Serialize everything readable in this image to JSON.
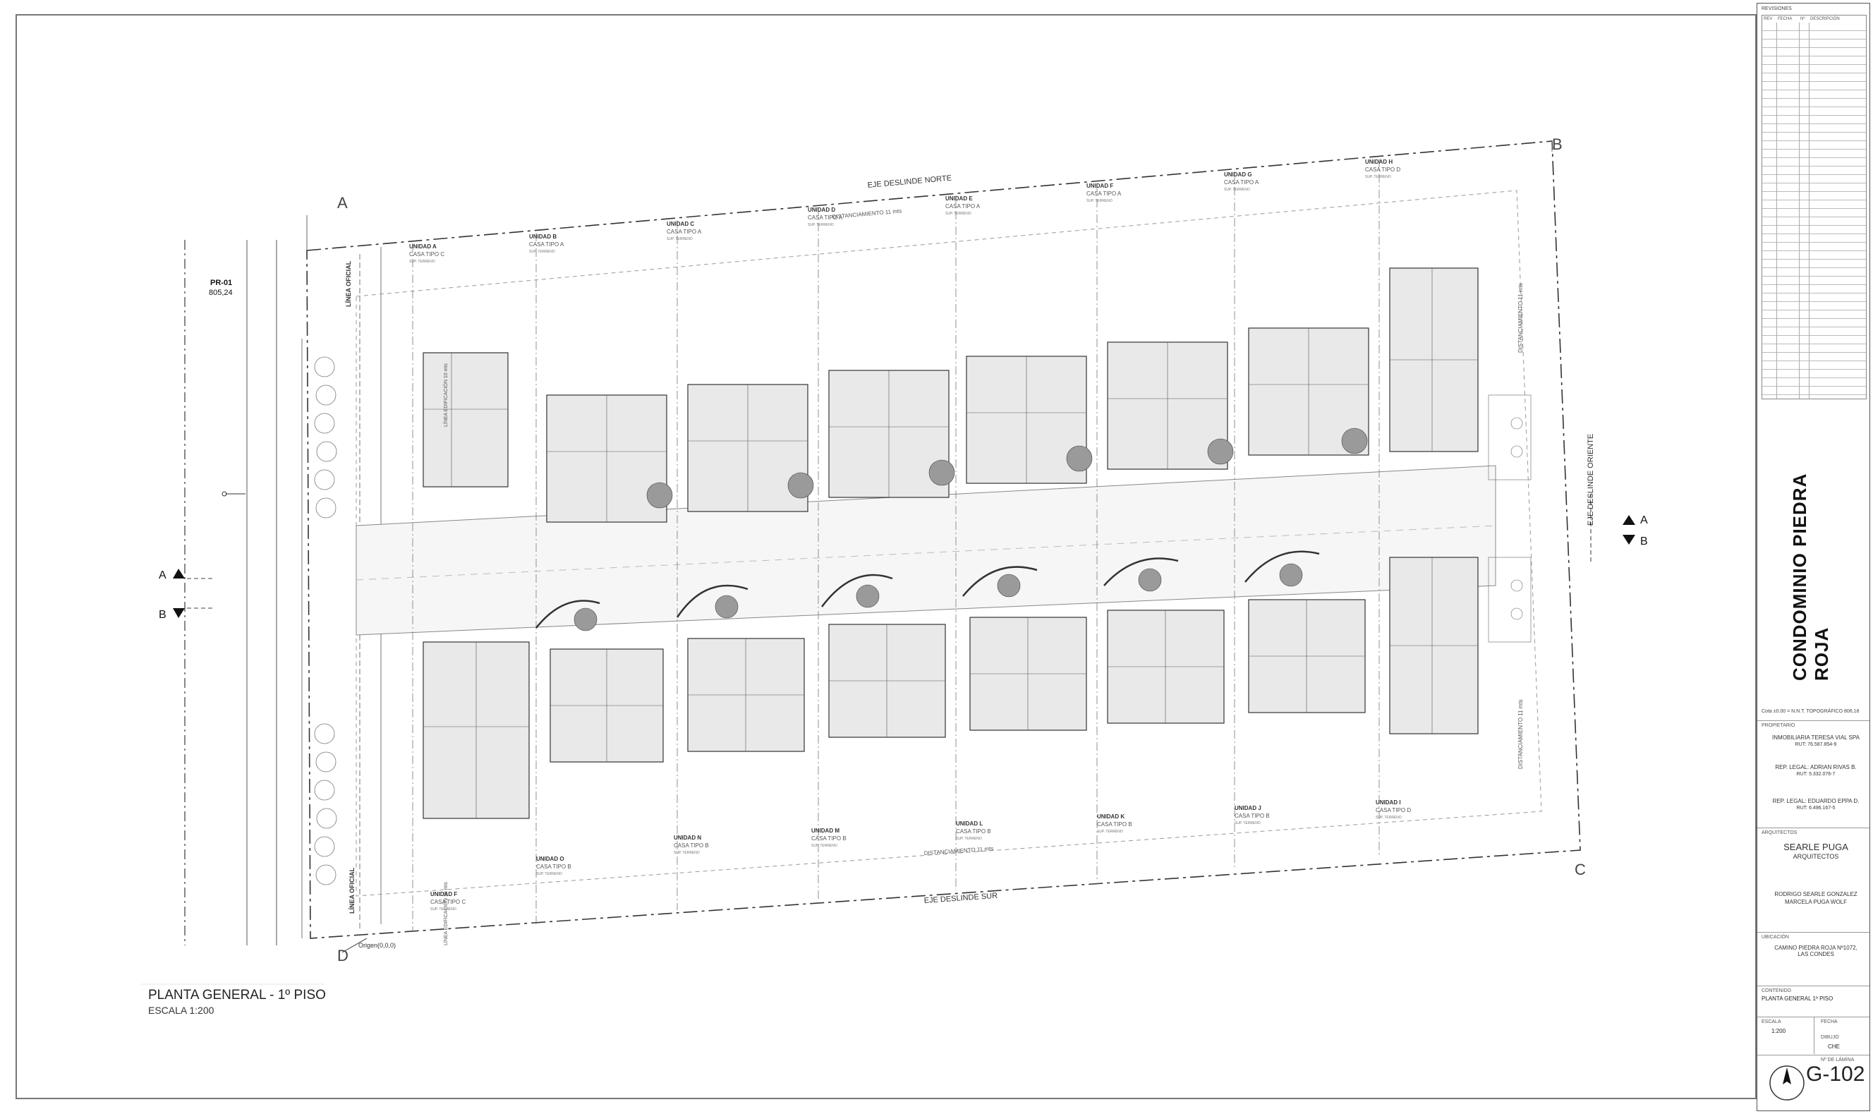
{
  "drawing": {
    "project_title": "CONDOMINIO PIEDRA ROJA",
    "plan_title": "PLANTA GENERAL - 1º PISO",
    "plan_scale": "ESCALA 1:200",
    "sheet_number": "G-102",
    "reference_point": {
      "code": "PR-01",
      "value": "805,24"
    },
    "origin_label": "Origen(0,0,0)",
    "axis_labels": [
      "A",
      "B",
      "C",
      "D"
    ],
    "section_labels": {
      "a": "A",
      "b": "B"
    },
    "boundary_labels": {
      "north": "EJE DESLINDE NORTE",
      "south": "EJE DESLINDE SUR",
      "east": "EJE DESLINDE ORIENTE",
      "official_line_1": "LÍNEA OFICIAL",
      "official_line_2": "LÍNEA OFICIAL",
      "building_line_1": "LÍNEA EDIFICACIÓN 10 mts",
      "building_line_2": "LÍNEA EDIFICACIÓN 10 mts",
      "setback_north": "DISTANCIAMIENTO 11 mts",
      "setback_south": "DISTANCIAMIENTO 11 mts",
      "setback_east_1": "DISTANCIAMIENTO 11 mts",
      "setback_east_2": "DISTANCIAMIENTO 11 mts"
    },
    "north_units": [
      {
        "name": "UNIDAD A",
        "type": "CASA TIPO C"
      },
      {
        "name": "UNIDAD B",
        "type": "CASA TIPO A"
      },
      {
        "name": "UNIDAD C",
        "type": "CASA TIPO A"
      },
      {
        "name": "UNIDAD D",
        "type": "CASA TIPO A"
      },
      {
        "name": "UNIDAD E",
        "type": "CASA TIPO A"
      },
      {
        "name": "UNIDAD F",
        "type": "CASA TIPO A"
      },
      {
        "name": "UNIDAD G",
        "type": "CASA TIPO A"
      },
      {
        "name": "UNIDAD H",
        "type": "CASA TIPO D"
      }
    ],
    "south_units": [
      {
        "name": "UNIDAD F",
        "type": "CASA TIPO C"
      },
      {
        "name": "UNIDAD O",
        "type": "CASA TIPO B"
      },
      {
        "name": "UNIDAD N",
        "type": "CASA TIPO B"
      },
      {
        "name": "UNIDAD M",
        "type": "CASA TIPO B"
      },
      {
        "name": "UNIDAD L",
        "type": "CASA TIPO B"
      },
      {
        "name": "UNIDAD K",
        "type": "CASA TIPO B"
      },
      {
        "name": "UNIDAD J",
        "type": "CASA TIPO B"
      },
      {
        "name": "UNIDAD I",
        "type": "CASA TIPO D"
      }
    ],
    "unit_area_label": "SUP. TERRENO"
  },
  "title_block": {
    "revisions_header": "REVISIONES",
    "revision_cols": [
      "REV",
      "FECHA",
      "Nº",
      "DESCRIPCIÓN"
    ],
    "level_note": "Cota ±0.00 = N.N.T. TOPOGRÁFICO 806,18",
    "owner_label": "PROPIETARIO",
    "owner": "INMOBILIARIA TERESA VIAL SPA",
    "owner_rut": "RUT: 76.587.854-9",
    "legal_rep_1": "REP. LEGAL: ADRIAN RIVAS B.",
    "legal_rep_1_rut": "RUT: 5.332.076-7",
    "legal_rep_2": "REP. LEGAL: EDUARDO EPPA D.",
    "legal_rep_2_rut": "RUT: 6.496.167-5",
    "architects_label": "ARQUITECTOS",
    "firm_name": "SEARLE PUGA",
    "firm_sub": "ARQUITECTOS",
    "architect_1": "RODRIGO SEARLE GONZALEZ",
    "architect_2": "MARCELA PUGA WOLF",
    "location_label": "UBICACIÓN",
    "location": "CAMINO PIEDRA ROJA Nº1072, LAS CONDES",
    "content_label": "CONTENIDO",
    "content": "PLANTA GENERAL 1º PISO",
    "scale_label": "ESCALA",
    "scale": "1:200",
    "date_label": "FECHA",
    "drawing_label": "DIBUJO",
    "drawing_by": "CHE",
    "sheet_label": "Nº DE LÁMINA"
  }
}
